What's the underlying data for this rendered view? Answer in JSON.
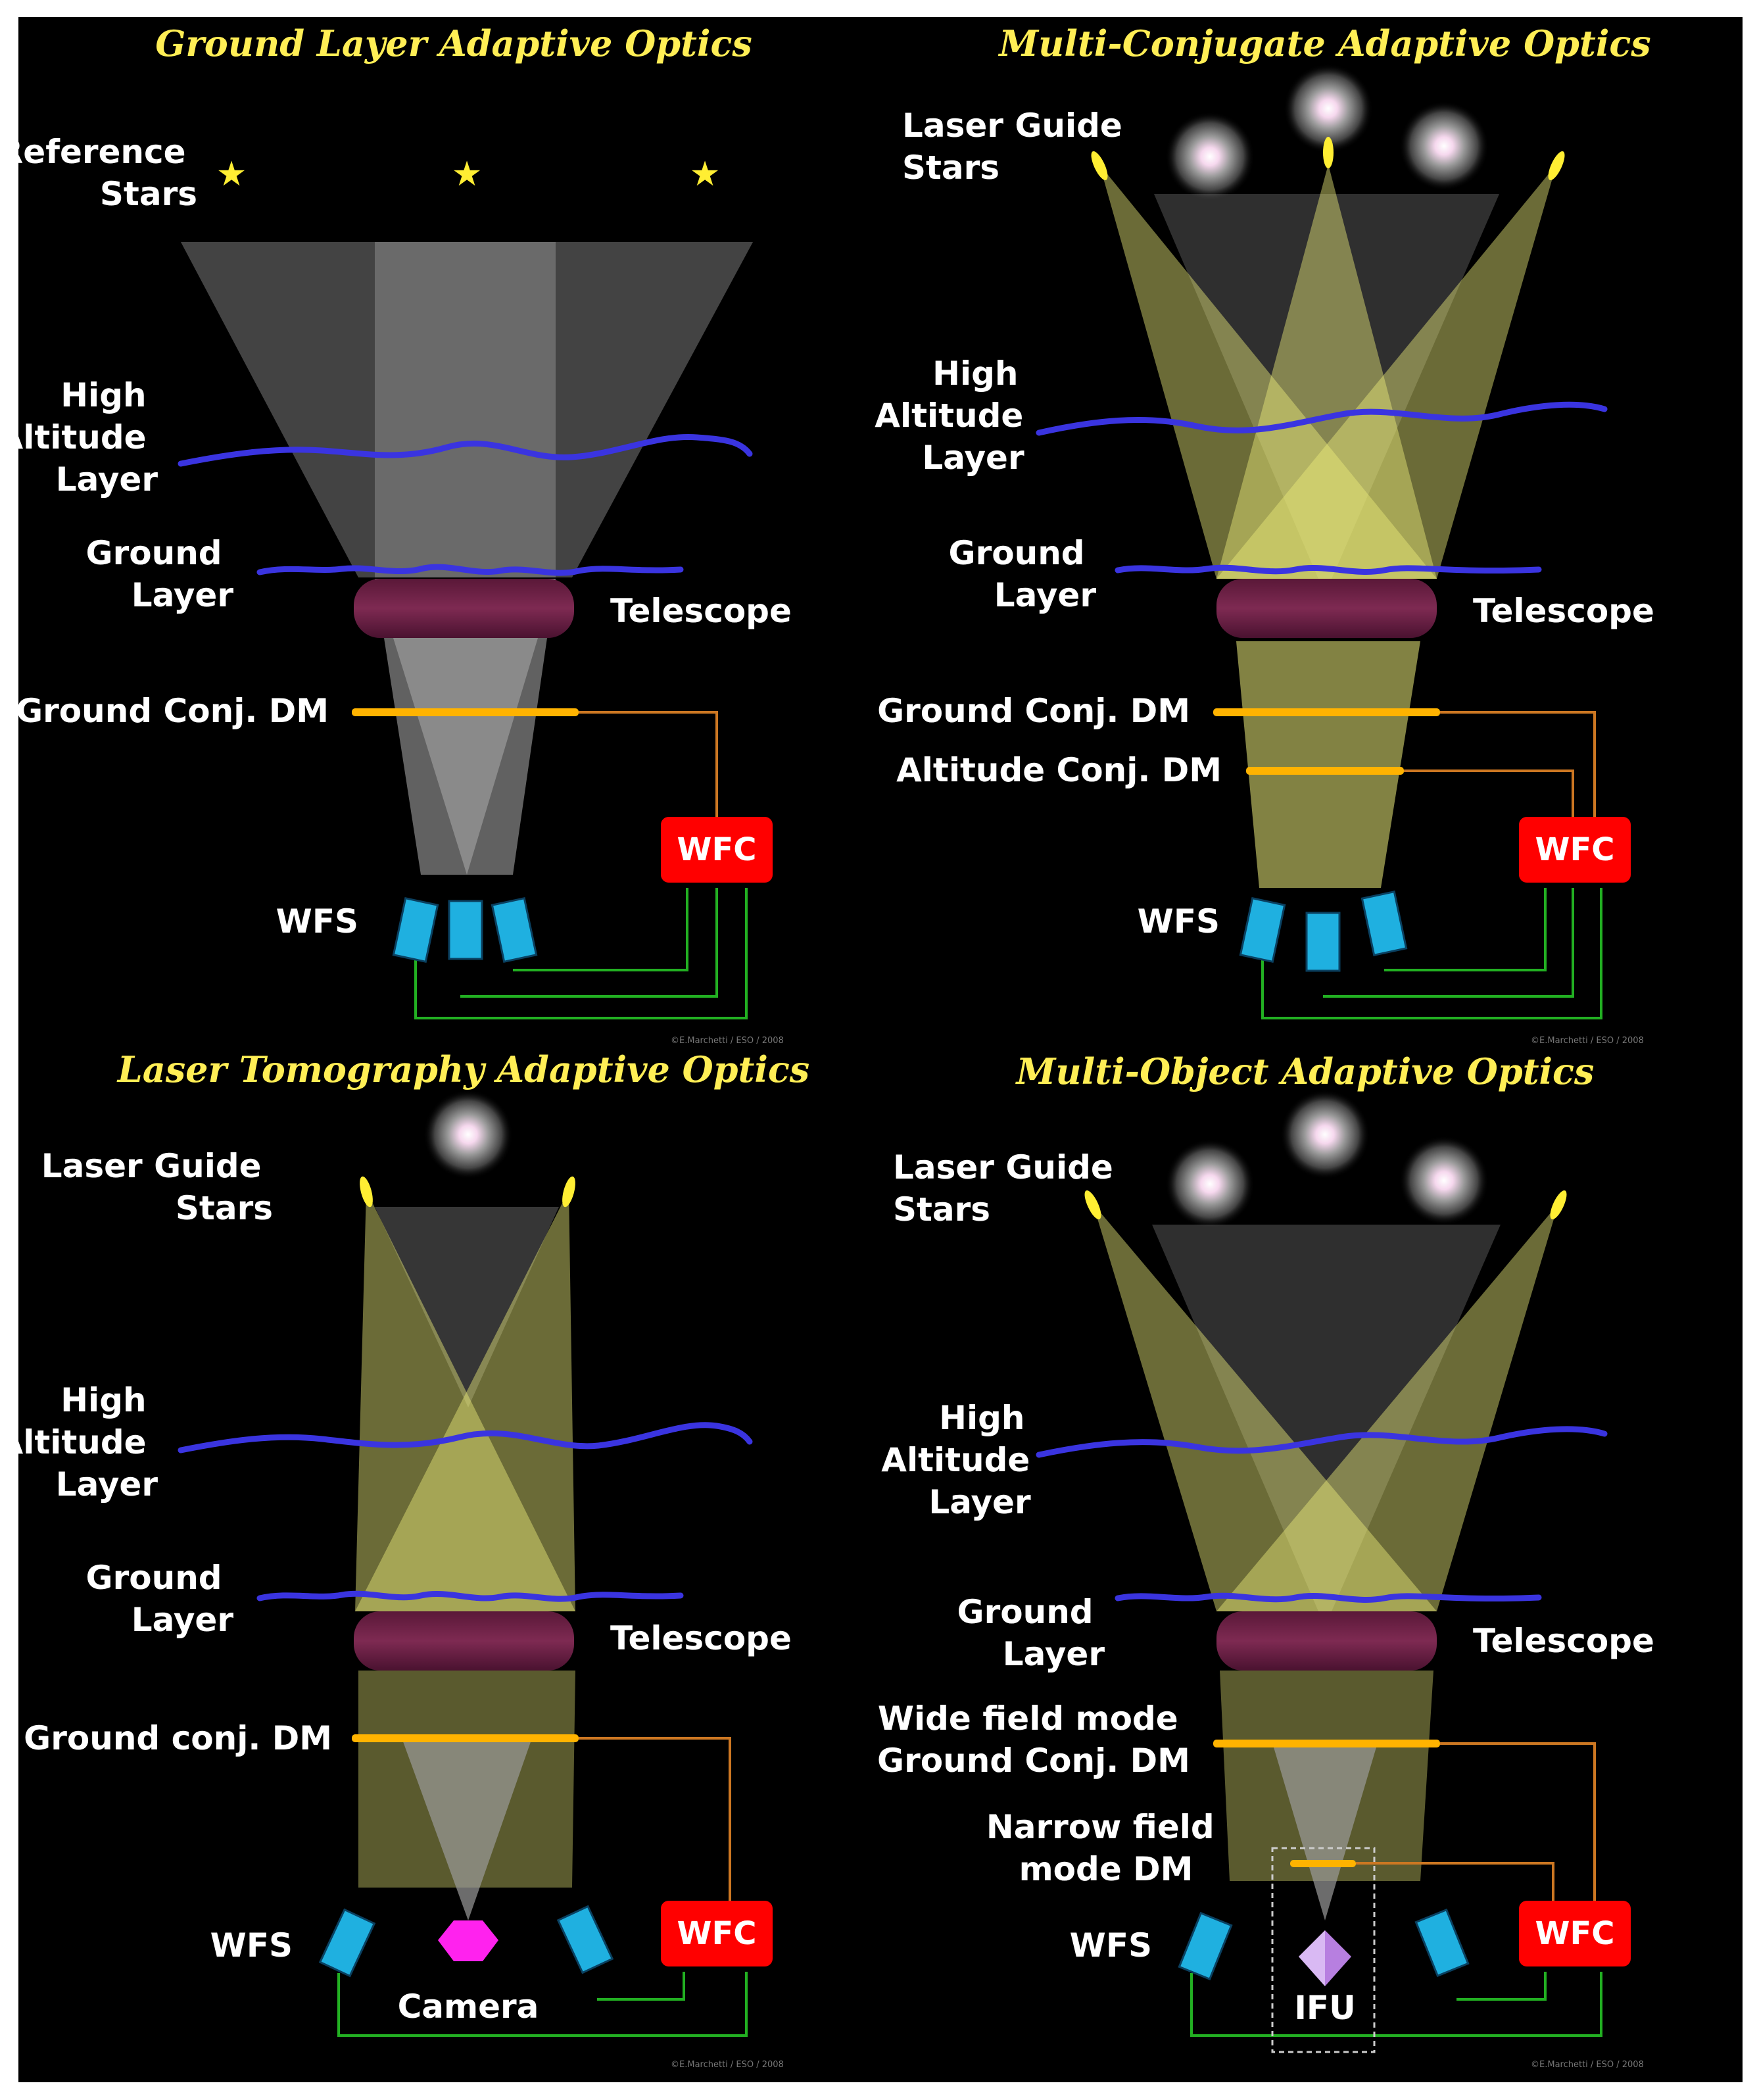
{
  "panels": {
    "glao": {
      "title": "Ground Layer Adaptive Optics",
      "reference_stars": [
        "Reference",
        "Stars"
      ],
      "high_altitude_layer": [
        "High",
        "Altitude",
        "Layer"
      ],
      "ground_layer": [
        "Ground",
        "Layer"
      ],
      "telescope": "Telescope",
      "dm": "Ground Conj. DM",
      "wfc": "WFC",
      "wfs": "WFS",
      "credit": "©E.Marchetti / ESO / 2008"
    },
    "mcao": {
      "title": "Multi-Conjugate Adaptive Optics",
      "laser_guide_stars": [
        "Laser Guide",
        "Stars"
      ],
      "high_altitude_layer": [
        "High",
        "Altitude",
        "Layer"
      ],
      "ground_layer": [
        "Ground",
        "Layer"
      ],
      "telescope": "Telescope",
      "dm_ground": "Ground Conj. DM",
      "dm_altitude": "Altitude Conj. DM",
      "wfc": "WFC",
      "wfs": "WFS",
      "credit": "©E.Marchetti / ESO / 2008"
    },
    "ltao": {
      "title": "Laser Tomography Adaptive Optics",
      "laser_guide_stars": [
        "Laser Guide",
        "Stars"
      ],
      "high_altitude_layer": [
        "High",
        "Altitude",
        "Layer"
      ],
      "ground_layer": [
        "Ground",
        "Layer"
      ],
      "telescope": "Telescope",
      "dm": "Ground conj. DM",
      "wfc": "WFC",
      "wfs": "WFS",
      "camera": "Camera",
      "credit": "©E.Marchetti / ESO / 2008"
    },
    "moao": {
      "title": "Multi-Object Adaptive Optics",
      "laser_guide_stars": [
        "Laser Guide",
        "Stars"
      ],
      "high_altitude_layer": [
        "High",
        "Altitude",
        "Layer"
      ],
      "ground_layer": [
        "Ground",
        "Layer"
      ],
      "telescope": "Telescope",
      "dm_wide": [
        "Wide field mode",
        "Ground Conj. DM"
      ],
      "dm_narrow": [
        "Narrow field",
        "mode DM"
      ],
      "wfc": "WFC",
      "wfs": "WFS",
      "ifu": "IFU",
      "credit": "©E.Marchetti / ESO / 2008"
    }
  },
  "colors": {
    "background": "#000000",
    "title": "#ffee55",
    "label": "#ffffff",
    "turbulence": "#3a34e0",
    "telescope": "#6e1f45",
    "dm": "#ffb300",
    "wfc": "#ff0000",
    "wfs": "#1fb0e0",
    "wiring_green": "#22b022",
    "wiring_orange": "#cc7722",
    "beam_white": "#cfcfcf",
    "beam_yellow": "#eded7a",
    "camera": "#ff22ee",
    "ifu": "#b77fe0"
  },
  "icons": {
    "reference_star": "star-icon",
    "galaxy": "galaxy-icon",
    "laser_spot": "laser-spot-icon"
  }
}
